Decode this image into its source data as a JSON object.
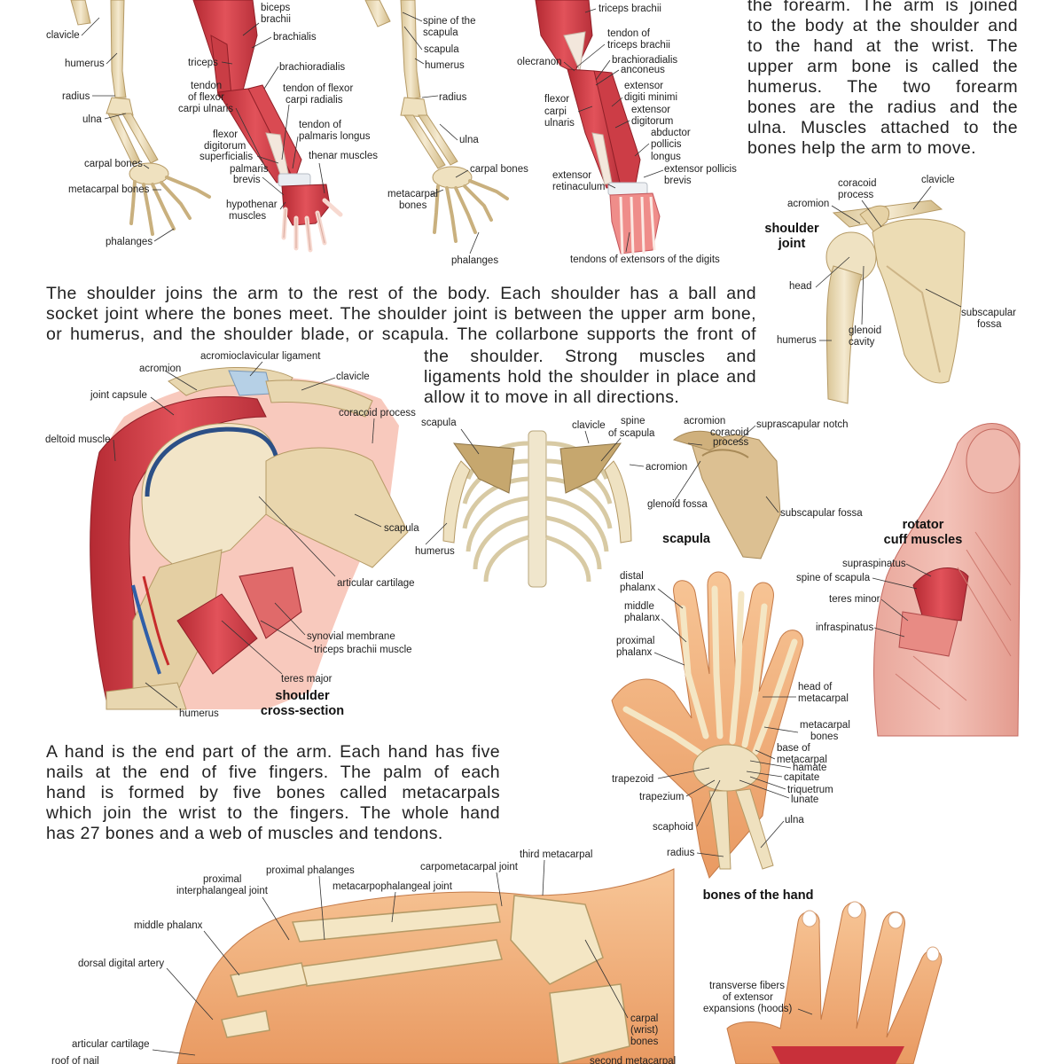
{
  "colors": {
    "bone": "#ecdcb4",
    "bone_dark": "#c9b07e",
    "muscle": "#d9434a",
    "muscle_light": "#ef9c93",
    "tendon": "#f4e7dc",
    "skin": "#f3b27d",
    "scapula_tan": "#c6a76e",
    "line": "#333333",
    "text": "#222222"
  },
  "paragraphs": {
    "p1_lines": [
      "the forearm. The arm is joined",
      "to the body at the shoulder and",
      "to the hand at the wrist. The",
      "upper arm bone is called the",
      "humerus. The two forearm",
      "bones are the radius and the",
      "ulna. Muscles attached to the",
      "bones help the arm to move."
    ],
    "p2_lines": [
      "The shoulder joins the arm to the rest of the body. Each shoulder has a ball and",
      "socket joint where the bones meet. The shoulder joint is between the upper arm bone,",
      "or humerus, and the shoulder blade, or scapula. The collarbone supports the front of"
    ],
    "p2b_lines": [
      "the shoulder. Strong muscles and",
      "ligaments hold the shoulder in place and",
      "allow it to move in all directions."
    ],
    "p3_lines": [
      "A hand is the end part of the arm. Each hand has five",
      "nails at the end of five fingers. The palm of each",
      "hand is formed by five bones called metacarpals",
      "which join the wrist to the fingers. The whole hand",
      "has 27 bones and a web of muscles and tendons."
    ]
  },
  "arm_bones_front": {
    "labels": [
      "clavicle",
      "humerus",
      "radius",
      "ulna",
      "carpal bones",
      "metacarpal bones",
      "phalanges"
    ]
  },
  "arm_muscles_front": {
    "labels": [
      "biceps",
      "brachii",
      "brachialis",
      "triceps",
      "brachioradialis",
      "tendon",
      "of flexor",
      "carpi ulnaris",
      "tendon of flexor",
      "carpi radialis",
      "tendon of",
      "palmaris longus",
      "flexor",
      "digitorum",
      "superficialis",
      "thenar muscles",
      "palmaris",
      "brevis",
      "hypothenar",
      "muscles"
    ]
  },
  "arm_bones_back": {
    "labels": [
      "spine of the",
      "scapula",
      "scapula",
      "humerus",
      "radius",
      "ulna",
      "carpal bones",
      "metacarpal",
      "bones",
      "phalanges"
    ]
  },
  "arm_muscles_back": {
    "labels": [
      "triceps brachii",
      "tendon of",
      "triceps brachii",
      "olecranon",
      "brachioradialis",
      "anconeus",
      "extensor",
      "digiti minimi",
      "flexor",
      "carpi",
      "ulnaris",
      "extensor",
      "digitorum",
      "abductor",
      "pollicis",
      "longus",
      "extensor pollicis",
      "brevis",
      "extensor",
      "retinaculum",
      "tendons of extensors of the digits"
    ]
  },
  "shoulder_joint": {
    "title_lines": [
      "shoulder",
      "joint"
    ],
    "labels": [
      "coracoid",
      "process",
      "clavicle",
      "acromion",
      "head",
      "subscapular",
      "fossa",
      "glenoid",
      "cavity",
      "humerus"
    ]
  },
  "shoulder_cross_section": {
    "title_lines": [
      "shoulder",
      "cross-section"
    ],
    "labels": [
      "acromioclavicular ligament",
      "acromion",
      "clavicle",
      "joint capsule",
      "coracoid process",
      "deltoid muscle",
      "scapula",
      "articular cartilage",
      "synovial membrane",
      "triceps brachii muscle",
      "teres major",
      "humerus"
    ]
  },
  "ribcage": {
    "labels": [
      "scapula",
      "clavicle",
      "spine",
      "of scapula",
      "humerus"
    ]
  },
  "scapula": {
    "title": "scapula",
    "labels": [
      "acromion",
      "coracoid",
      "process",
      "suprascapular notch",
      "acromion",
      "glenoid fossa",
      "subscapular fossa"
    ]
  },
  "rotator_cuff": {
    "title_lines": [
      "rotator",
      "cuff muscles"
    ],
    "labels": [
      "supraspinatus",
      "spine of scapula",
      "teres minor",
      "infraspinatus"
    ]
  },
  "hand_bones": {
    "title": "bones of the hand",
    "labels": [
      "distal",
      "phalanx",
      "middle",
      "phalanx",
      "proximal",
      "phalanx",
      "head of",
      "metacarpal",
      "metacarpal",
      "bones",
      "base of",
      "metacarpal",
      "hamate",
      "capitate",
      "trapezoid",
      "triquetrum",
      "trapezium",
      "lunate",
      "ulna",
      "scaphoid",
      "radius"
    ]
  },
  "hand_side": {
    "labels": [
      "third metacarpal",
      "proximal phalanges",
      "carpometacarpal joint",
      "proximal",
      "interphalangeal joint",
      "metacarpophalangeal joint",
      "middle phalanx",
      "dorsal digital artery",
      "carpal",
      "(wrist)",
      "bones",
      "articular cartilage",
      "roof of nail",
      "second metacarpal"
    ]
  },
  "hand_dorsal": {
    "labels": [
      "transverse fibers",
      "of extensor",
      "expansions (hoods)"
    ]
  }
}
